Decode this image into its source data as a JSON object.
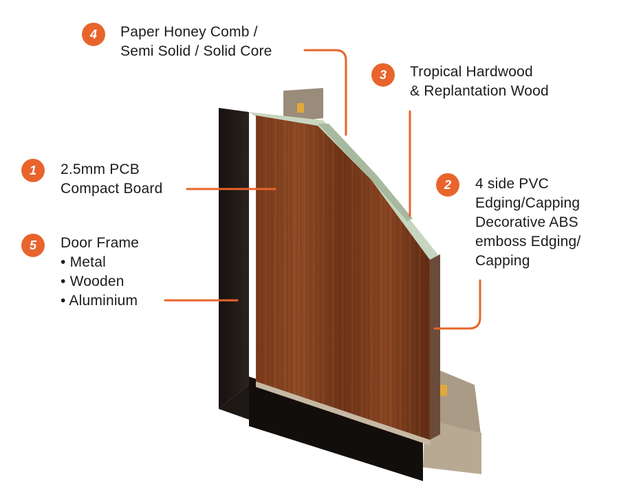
{
  "accent_color": "#e8642c",
  "callouts": [
    {
      "number": "1",
      "lines": [
        "2.5mm PCB",
        "Compact Board"
      ]
    },
    {
      "number": "2",
      "lines": [
        "4 side PVC",
        "Edging/Capping",
        "Decorative ABS",
        "emboss Edging/",
        "Capping"
      ]
    },
    {
      "number": "3",
      "lines": [
        "Tropical Hardwood",
        "& Replantation Wood"
      ]
    },
    {
      "number": "4",
      "lines": [
        "Paper Honey Comb /",
        "Semi Solid / Solid Core"
      ]
    },
    {
      "number": "5",
      "lines": [
        "Door Frame",
        "• Metal",
        "• Wooden",
        "• Aluminium"
      ]
    }
  ]
}
